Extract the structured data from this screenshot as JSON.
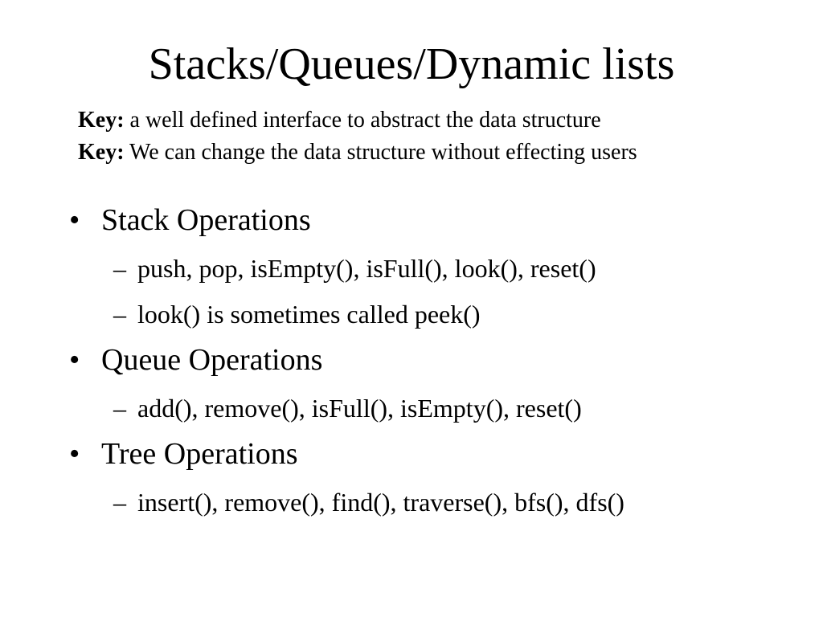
{
  "slide": {
    "title": "Stacks/Queues/Dynamic lists",
    "keys": [
      {
        "label": "Key:",
        "text": " a well defined interface to abstract the data structure"
      },
      {
        "label": "Key:",
        "text": " We can change the data structure without effecting users"
      }
    ],
    "bullet_glyph": "•",
    "dash_glyph": "–",
    "sections": [
      {
        "heading": "Stack Operations",
        "items": [
          "push, pop, isEmpty(), isFull(), look(), reset()",
          "look() is sometimes called peek()"
        ]
      },
      {
        "heading": "Queue Operations",
        "items": [
          "add(), remove(), isFull(), isEmpty(), reset()"
        ]
      },
      {
        "heading": "Tree Operations",
        "items": [
          "insert(), remove(), find(), traverse(), bfs(), dfs()"
        ]
      }
    ]
  }
}
